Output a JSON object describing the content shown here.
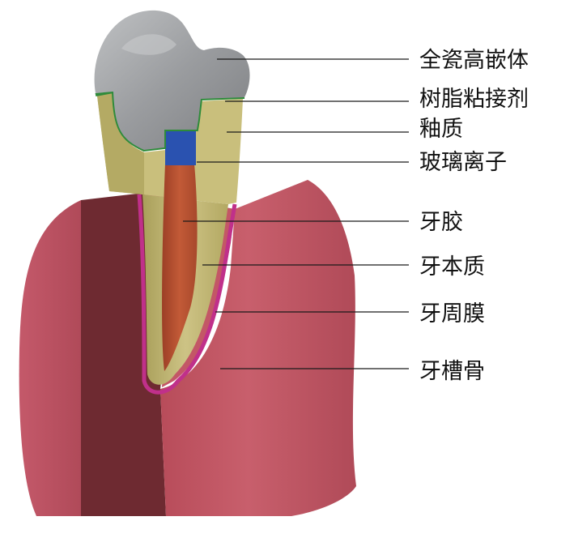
{
  "labels": {
    "crown": "全瓷高嵌体",
    "resin_cement": "树脂粘接剂",
    "enamel": "釉质",
    "glass_ionomer": "玻璃离子",
    "pulp": "牙胶",
    "dentin": "牙本质",
    "periodontal_ligament": "牙周膜",
    "alveolar_bone": "牙槽骨"
  },
  "colors": {
    "crown": "#9a9c9e",
    "resin_cement": "#2e8b3a",
    "enamel": "#c9bf7c",
    "glass_ionomer": "#2a52b0",
    "pulp": "#b5502f",
    "dentin": "#c6bb76",
    "periodontal_ligament": "#c0308a",
    "alveolar_bone": "#c35766",
    "bone_shadow": "#7a2f36"
  }
}
